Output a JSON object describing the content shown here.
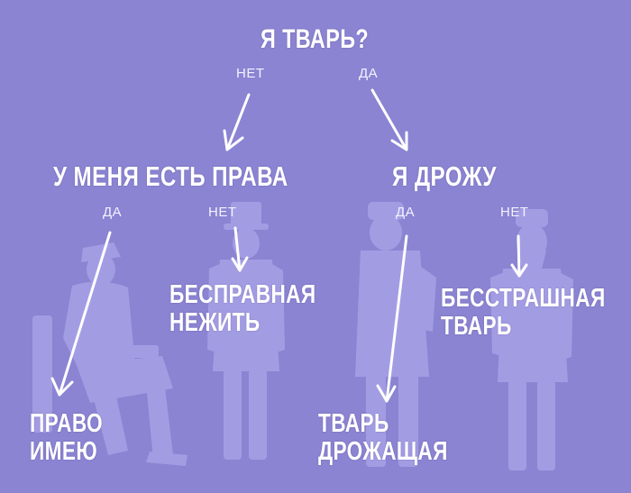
{
  "root": {
    "question": "Я ТВАРЬ?",
    "left_branch": "НЕТ",
    "right_branch": "ДА"
  },
  "left_node": {
    "question": "У МЕНЯ ЕСТЬ ПРАВА",
    "left_branch": "ДА",
    "right_branch": "НЕТ"
  },
  "right_node": {
    "question": "Я ДРОЖУ",
    "left_branch": "ДА",
    "right_branch": "НЕТ"
  },
  "leaves": [
    {
      "line1": "ПРАВО",
      "line2": "ИМЕЮ"
    },
    {
      "line1": "БЕСПРАВНАЯ",
      "line2": "НЕЖИТЬ"
    },
    {
      "line1": "ТВАРЬ",
      "line2": "ДРОЖАЩАЯ"
    },
    {
      "line1": "БЕССТРАШНАЯ",
      "line2": "ТВАРЬ"
    }
  ],
  "colors": {
    "background": "#8a84d2",
    "figure": "#a7a2e6",
    "text": "#ffffff"
  }
}
